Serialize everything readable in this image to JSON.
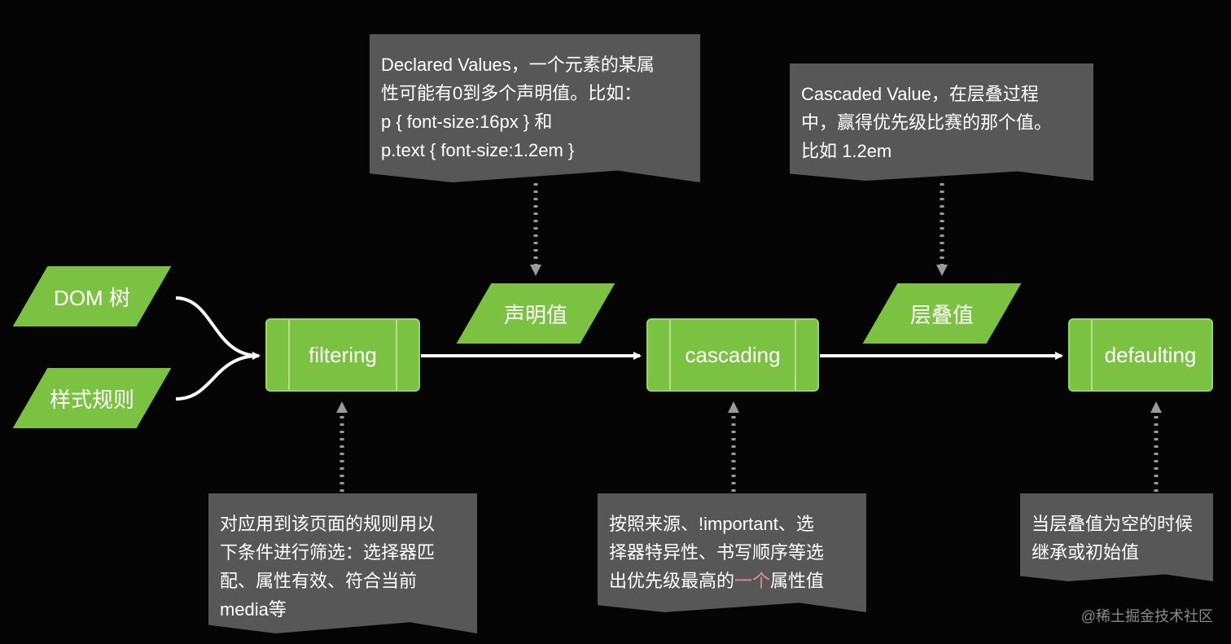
{
  "inputs": [
    {
      "id": "dom",
      "label": "DOM 树"
    },
    {
      "id": "styles",
      "label": "样式规则"
    }
  ],
  "steps": [
    {
      "id": "filtering",
      "label": "filtering"
    },
    {
      "id": "cascading",
      "label": "cascading"
    },
    {
      "id": "defaulting",
      "label": "defaulting"
    }
  ],
  "values": [
    {
      "id": "declared",
      "label": "声明值"
    },
    {
      "id": "cascaded",
      "label": "层叠值"
    }
  ],
  "notes": {
    "declared": {
      "lines": [
        "Declared Values，一个元素的某属",
        "性可能有0到多个声明值。比如：",
        "p { font-size:16px } 和",
        "p.text { font-size:1.2em }"
      ]
    },
    "cascaded": {
      "lines": [
        "Cascaded Value，在层叠过程",
        "中，赢得优先级比赛的那个值。",
        "比如 1.2em"
      ]
    },
    "filtering": {
      "lines": [
        "对应用到该页面的规则用以",
        "下条件进行筛选：选择器匹",
        "配、属性有效、符合当前",
        "media等"
      ]
    },
    "cascading": {
      "lines": [
        "按照来源、!important、选",
        "择器特异性、书写顺序等选"
      ],
      "line3_before": "出优先级最高的",
      "line3_highlight": "一个",
      "line3_after": "属性值"
    },
    "defaulting": {
      "lines": [
        "当层叠值为空的时候",
        "继承或初始值"
      ]
    }
  },
  "watermark": "@稀土掘金技术社区",
  "colors": {
    "background": "#050505",
    "node_fill": "#7cc242",
    "note_fill": "#575757",
    "arrow": "#ffffff",
    "dotted_arrow": "#9a9a9a",
    "highlight_text": "#e48aa0"
  }
}
